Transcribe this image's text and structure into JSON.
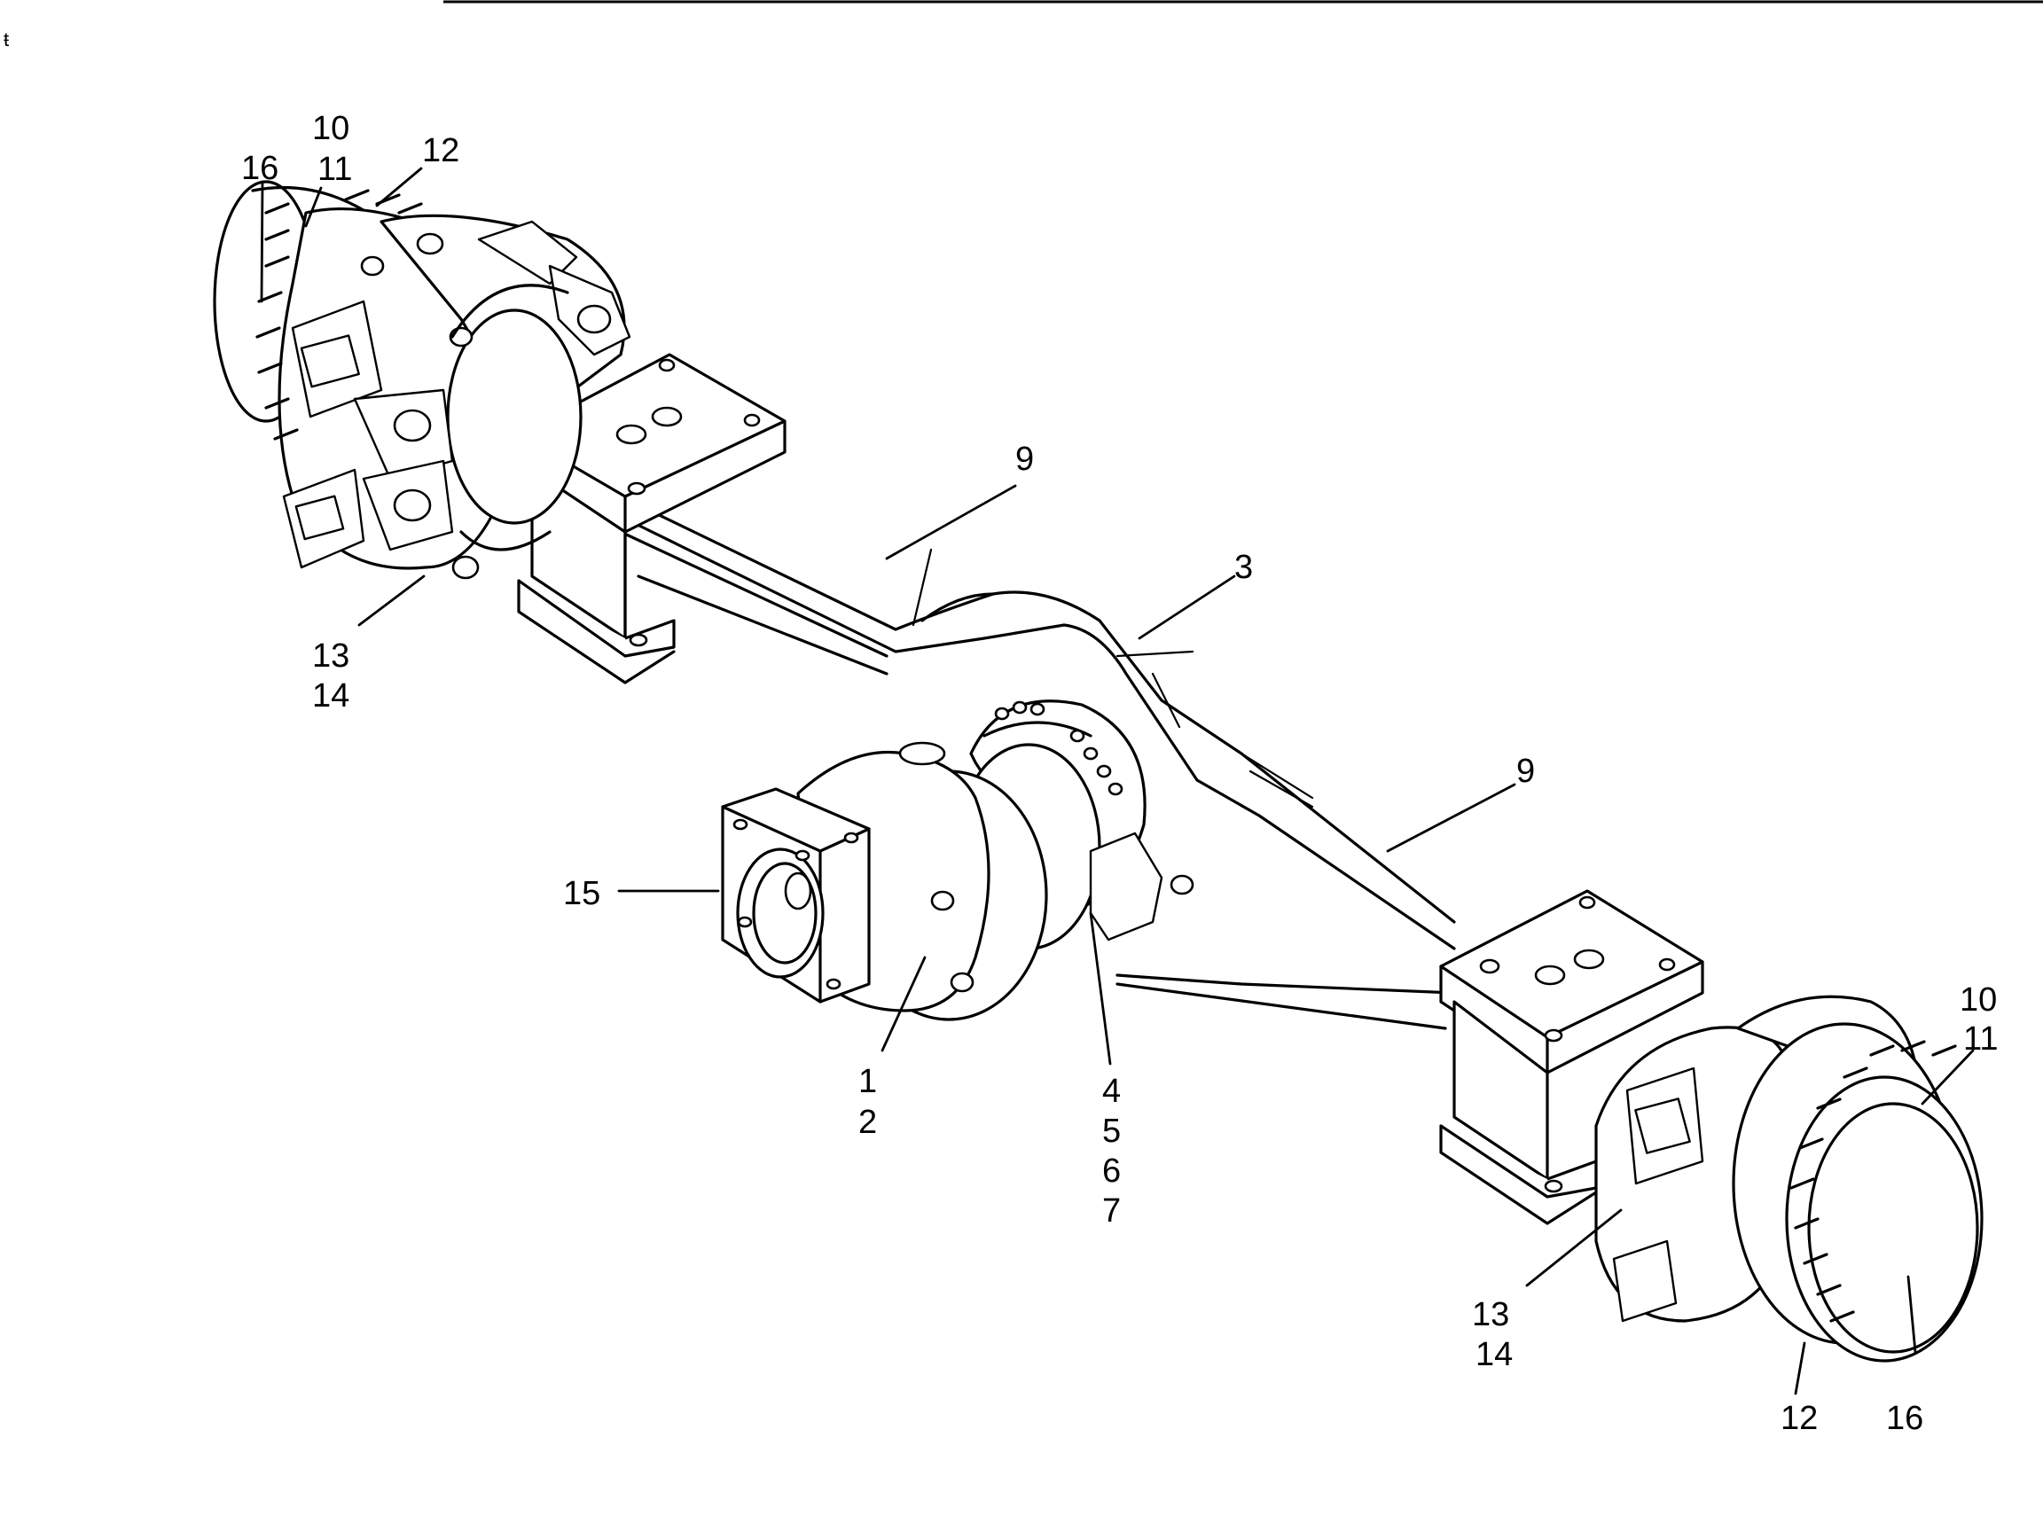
{
  "labels": {
    "p1": "1",
    "p2": "2",
    "p3": "3",
    "p4": "4",
    "p5": "5",
    "p6": "6",
    "p7": "7",
    "p9a": "9",
    "p9b": "9",
    "p10a": "10",
    "p11a": "11",
    "p12a": "12",
    "p13a": "13",
    "p14a": "14",
    "p16a": "16",
    "p10b": "10",
    "p11b": "11",
    "p12b": "12",
    "p13b": "13",
    "p14b": "14",
    "p16b": "16",
    "p15": "15"
  }
}
